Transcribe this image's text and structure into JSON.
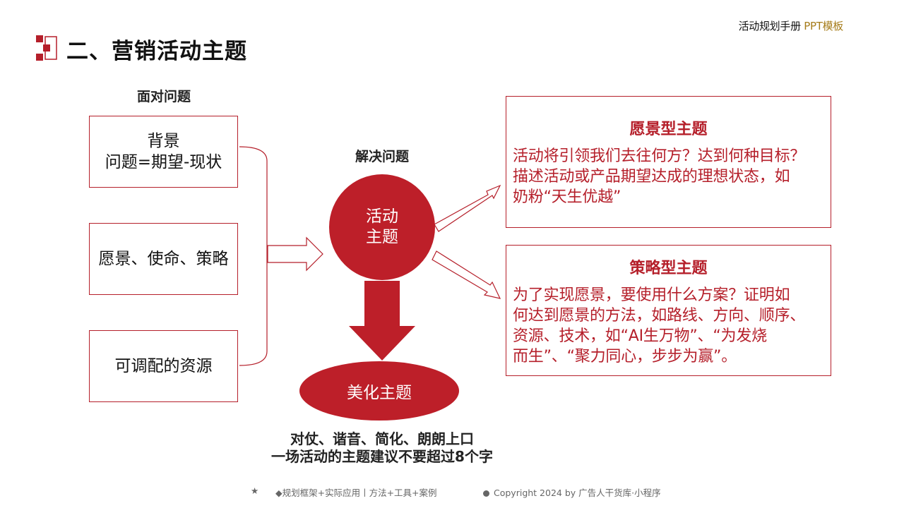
{
  "header": {
    "brand_text": "活动规划手册 ",
    "brand_accent": "PPT模板",
    "title": "二、营销活动主题"
  },
  "left": {
    "label": "面对问题",
    "boxes": [
      {
        "line1": "背景",
        "line2": "问题=期望-现状"
      },
      {
        "line1": "愿景、使命、策略"
      },
      {
        "line1": "可调配的资源"
      }
    ]
  },
  "center": {
    "label": "解决问题",
    "circle_line1": "活动",
    "circle_line2": "主题",
    "ellipse_text": "美化主题",
    "note_line1": "对仗、谐音、简化、朗朗上口",
    "note_line2": "一场活动的主题建议不要超过8个字"
  },
  "right": {
    "themes": [
      {
        "title": "愿景型主题",
        "desc": [
          "活动将引领我们去往何方？达到何种目标？",
          "描述活动或产品期望达成的理想状态，如",
          "奶粉“天生优越”"
        ]
      },
      {
        "title": "策略型主题",
        "desc": [
          "为了实现愿景，要使用什么方案？证明如",
          "何达到愿景的方法，如路线、方向、顺序、",
          "资源、技术，如“AI生万物”、“为发烧",
          "而生”、“聚力同心，步步为赢”。"
        ]
      }
    ]
  },
  "footer": {
    "star": "★",
    "slogan": "◆规划框架+实际应用丨方法+工具+案例",
    "copyright": "Copyright 2024 by 广告人干货库·小程序"
  },
  "colors": {
    "accent_red": "#bd1f29",
    "border_red": "#b51f2a",
    "brand_gold": "#a67c1a"
  },
  "icons": [
    "logo-squares-icon",
    "bracket-connector",
    "hollow-arrow-icon",
    "solid-down-arrow-icon"
  ]
}
